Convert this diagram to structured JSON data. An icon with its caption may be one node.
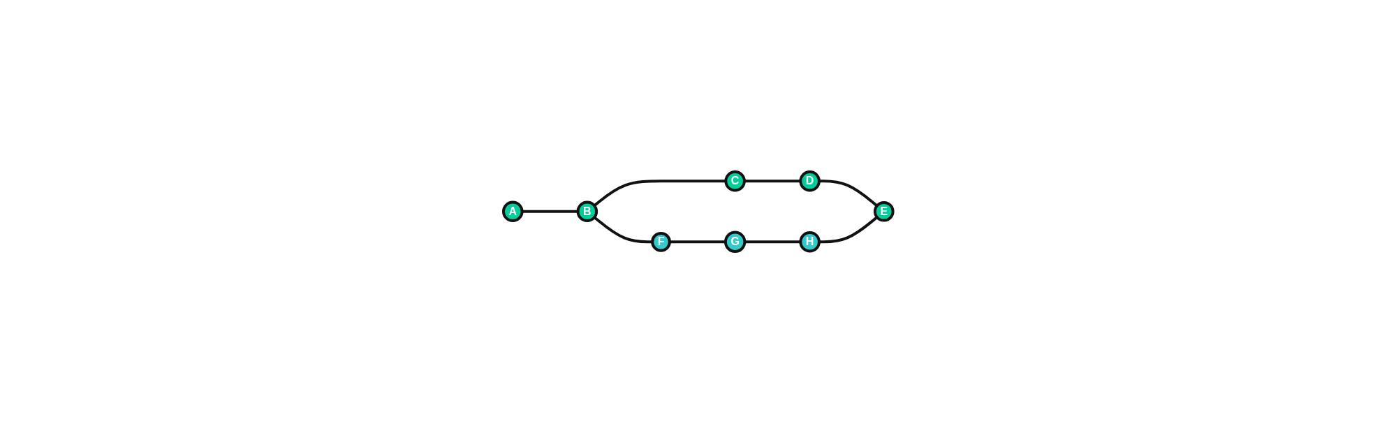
{
  "diagram": {
    "nodes": [
      {
        "text": [
          "A"
        ]
      },
      {
        "text": [
          "B"
        ]
      },
      {
        "text": [
          "C"
        ]
      },
      {
        "text": [
          "D"
        ]
      },
      {
        "text": [
          "E"
        ]
      },
      {
        "text": [
          "F"
        ]
      },
      {
        "text": [
          "G"
        ]
      },
      {
        "text": [
          "H"
        ]
      }
    ],
    "edges": [
      {
        "from": 0,
        "to": 1,
        "arrow": "none"
      },
      {
        "from": 1,
        "to": 2,
        "arrow": "none"
      },
      {
        "from": 2,
        "to": 3,
        "arrow": "none"
      },
      {
        "from": 3,
        "to": 4,
        "arrow": "none"
      },
      {
        "from": 1,
        "to": 5,
        "arrow": "none"
      },
      {
        "from": 5,
        "to": 6,
        "arrow": "none"
      },
      {
        "from": 6,
        "to": 7,
        "arrow": "none"
      },
      {
        "from": 7,
        "to": 4,
        "arrow": "none"
      }
    ]
  }
}
